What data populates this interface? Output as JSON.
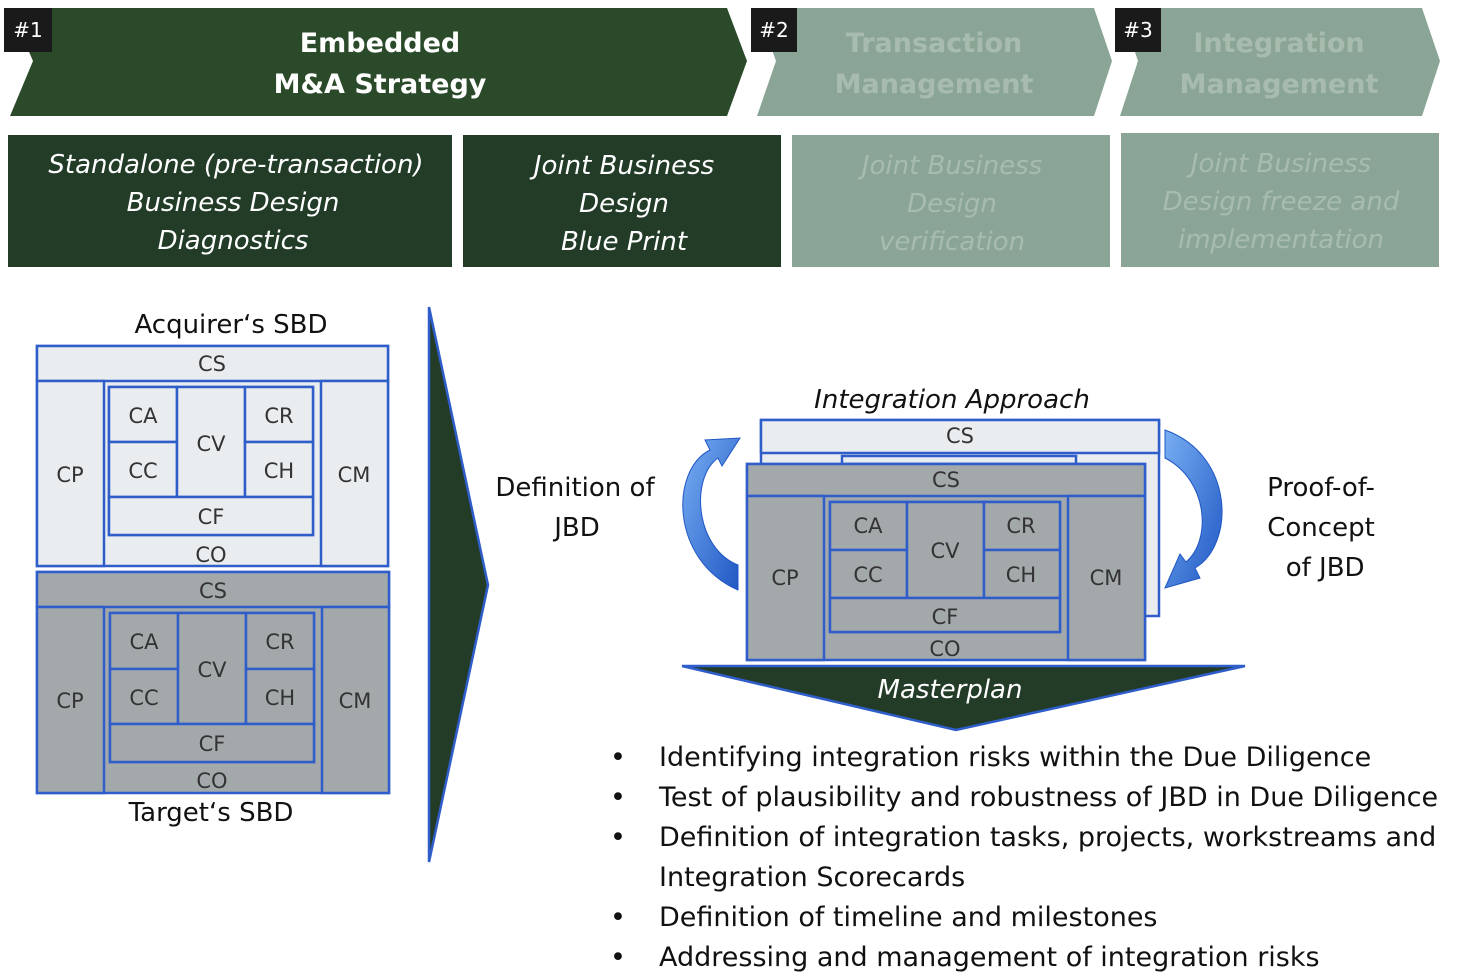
{
  "colors": {
    "dark_green": "#2b4a2a",
    "darker_green": "#223c28",
    "faded_green": "#8aa596",
    "faded_text": "#a7bcae",
    "light_box": "#eaedef",
    "grey_box": "#a3a9ab",
    "blue_border": "#2f5dc9",
    "arrow_blue": "#2f6fd6"
  },
  "phases": [
    {
      "tag": "#1",
      "line1": "Embedded",
      "line2": "M&A Strategy"
    },
    {
      "tag": "#2",
      "line1": "Transaction",
      "line2": "Management"
    },
    {
      "tag": "#3",
      "line1": "Integration",
      "line2": "Management"
    }
  ],
  "boxes": [
    {
      "lines": [
        "Standalone (pre-transaction)",
        "Business Design",
        "Diagnostics"
      ]
    },
    {
      "lines": [
        "Joint Business",
        "Design",
        "Blue Print"
      ]
    },
    {
      "lines": [
        "Joint Business",
        "Design",
        "verification"
      ]
    },
    {
      "lines": [
        "Joint Business",
        "Design freeze and",
        "implementation"
      ]
    }
  ],
  "acquirer_title": "Acquirer‘s SBD",
  "target_title": "Target‘s SBD",
  "sbd_labels": {
    "cs": "CS",
    "cp": "CP",
    "cm": "CM",
    "ca": "CA",
    "cv": "CV",
    "cr": "CR",
    "cc": "CC",
    "ch": "CH",
    "cf": "CF",
    "co": "CO"
  },
  "definition_label": [
    "Definition of",
    "JBD"
  ],
  "integration_approach": "Integration Approach",
  "proof_label": [
    "Proof-of-",
    "Concept",
    " of JBD"
  ],
  "masterplan": "Masterplan",
  "bullets": [
    "Identifying integration risks within the Due Diligence",
    "Test of plausibility and robustness of JBD in Due Diligence",
    "Definition of integration tasks, projects, workstreams and Integration Scorecards",
    "Definition of timeline and milestones",
    "Addressing and management of integration risks"
  ]
}
